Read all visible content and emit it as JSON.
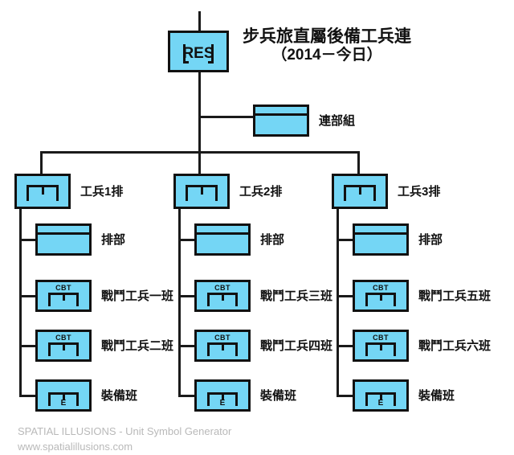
{
  "title": {
    "line1": "步兵旅直屬後備工兵連",
    "line2": "（2014－今日）"
  },
  "root": {
    "symbol_text": "RES",
    "name": "reserve-engineer-company"
  },
  "company_hq": {
    "label": "連部組",
    "echelon_dots": 2
  },
  "columns": [
    {
      "platoon": {
        "label": "工兵1排",
        "echelon_dots": 3
      },
      "units": [
        {
          "label": "排部",
          "type": "hq",
          "echelon_dots": 0,
          "mod_top": "",
          "mod_bottom": ""
        },
        {
          "label": "戰鬥工兵一班",
          "type": "engineer",
          "echelon_dots": 1,
          "mod_top": "CBT",
          "mod_bottom": ""
        },
        {
          "label": "戰鬥工兵二班",
          "type": "engineer",
          "echelon_dots": 1,
          "mod_top": "CBT",
          "mod_bottom": ""
        },
        {
          "label": "裝備班",
          "type": "engineer",
          "echelon_dots": 1,
          "mod_top": "",
          "mod_bottom": "E"
        }
      ]
    },
    {
      "platoon": {
        "label": "工兵2排",
        "echelon_dots": 3
      },
      "units": [
        {
          "label": "排部",
          "type": "hq",
          "echelon_dots": 0,
          "mod_top": "",
          "mod_bottom": ""
        },
        {
          "label": "戰鬥工兵三班",
          "type": "engineer",
          "echelon_dots": 1,
          "mod_top": "CBT",
          "mod_bottom": ""
        },
        {
          "label": "戰鬥工兵四班",
          "type": "engineer",
          "echelon_dots": 1,
          "mod_top": "CBT",
          "mod_bottom": ""
        },
        {
          "label": "裝備班",
          "type": "engineer",
          "echelon_dots": 1,
          "mod_top": "",
          "mod_bottom": "E"
        }
      ]
    },
    {
      "platoon": {
        "label": "工兵3排",
        "echelon_dots": 3
      },
      "units": [
        {
          "label": "排部",
          "type": "hq",
          "echelon_dots": 0,
          "mod_top": "",
          "mod_bottom": ""
        },
        {
          "label": "戰鬥工兵五班",
          "type": "engineer",
          "echelon_dots": 1,
          "mod_top": "CBT",
          "mod_bottom": ""
        },
        {
          "label": "戰鬥工兵六班",
          "type": "engineer",
          "echelon_dots": 1,
          "mod_top": "CBT",
          "mod_bottom": ""
        },
        {
          "label": "裝備班",
          "type": "engineer",
          "echelon_dots": 1,
          "mod_top": "",
          "mod_bottom": "E"
        }
      ]
    }
  ],
  "footer": {
    "line1": "SPATIAL ILLUSIONS - Unit Symbol Generator",
    "line2": "www.spatialillusions.com"
  },
  "colors": {
    "symbol_fill": "#74d6f5",
    "symbol_stroke": "#111111",
    "line": "#1a1a1a",
    "text": "#111111",
    "watermark": "#b9b9b9"
  }
}
